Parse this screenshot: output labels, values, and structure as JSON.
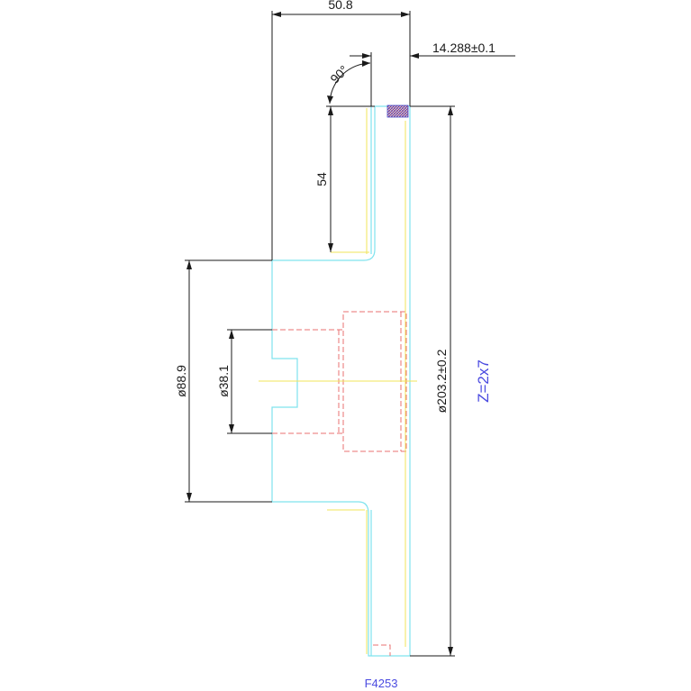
{
  "drawing": {
    "part_number": "F4253",
    "note": "Z=2x7",
    "colors": {
      "background": "#ffffff",
      "outline": "#7fe3ee",
      "centerline": "#f2e45a",
      "hidden": "#e87070",
      "dimension": "#1a1a1a",
      "note": "#4a4ae0",
      "hatch": "#4c4cc8"
    }
  },
  "dimensions": {
    "overall_width": "50.8",
    "rim_width": "14.288±0.1",
    "chamfer_angle": "90°",
    "tooth_depth": "54",
    "hub_diameter": "ø88.9",
    "bore_diameter": "ø38.1",
    "outer_diameter": "ø203.2±0.2"
  }
}
